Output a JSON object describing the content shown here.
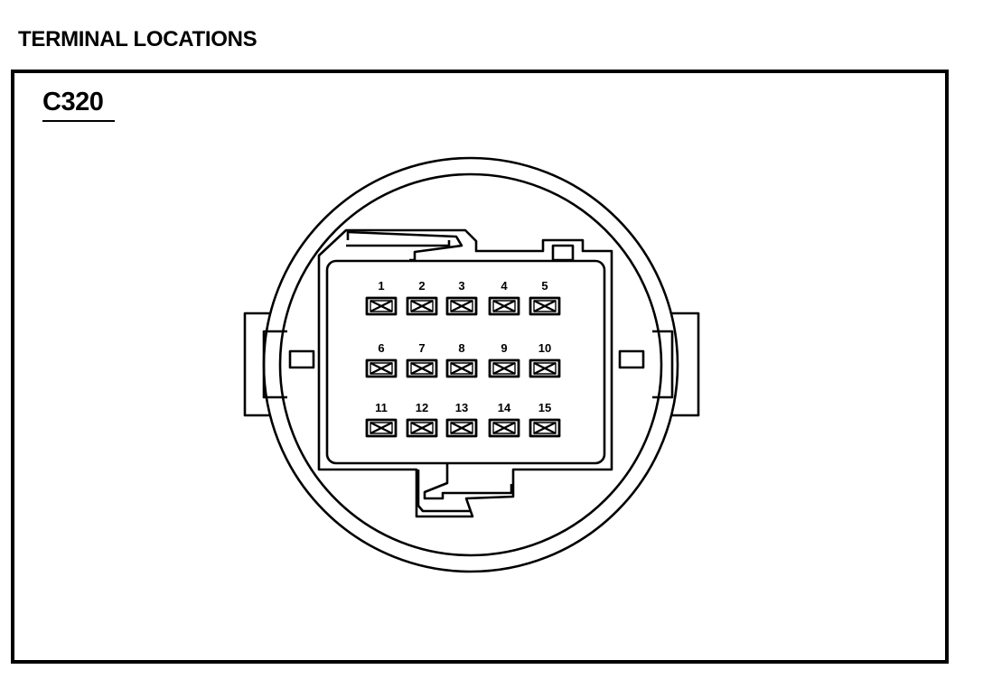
{
  "title": "TERMINAL LOCATIONS",
  "connector": {
    "id": "C320",
    "pins": [
      {
        "number": "1"
      },
      {
        "number": "2"
      },
      {
        "number": "3"
      },
      {
        "number": "4"
      },
      {
        "number": "5"
      },
      {
        "number": "6"
      },
      {
        "number": "7"
      },
      {
        "number": "8"
      },
      {
        "number": "9"
      },
      {
        "number": "10"
      },
      {
        "number": "11"
      },
      {
        "number": "12"
      },
      {
        "number": "13"
      },
      {
        "number": "14"
      },
      {
        "number": "15"
      }
    ],
    "rows": 3,
    "columns": 5
  },
  "colors": {
    "line": "#000000",
    "background": "#ffffff"
  }
}
